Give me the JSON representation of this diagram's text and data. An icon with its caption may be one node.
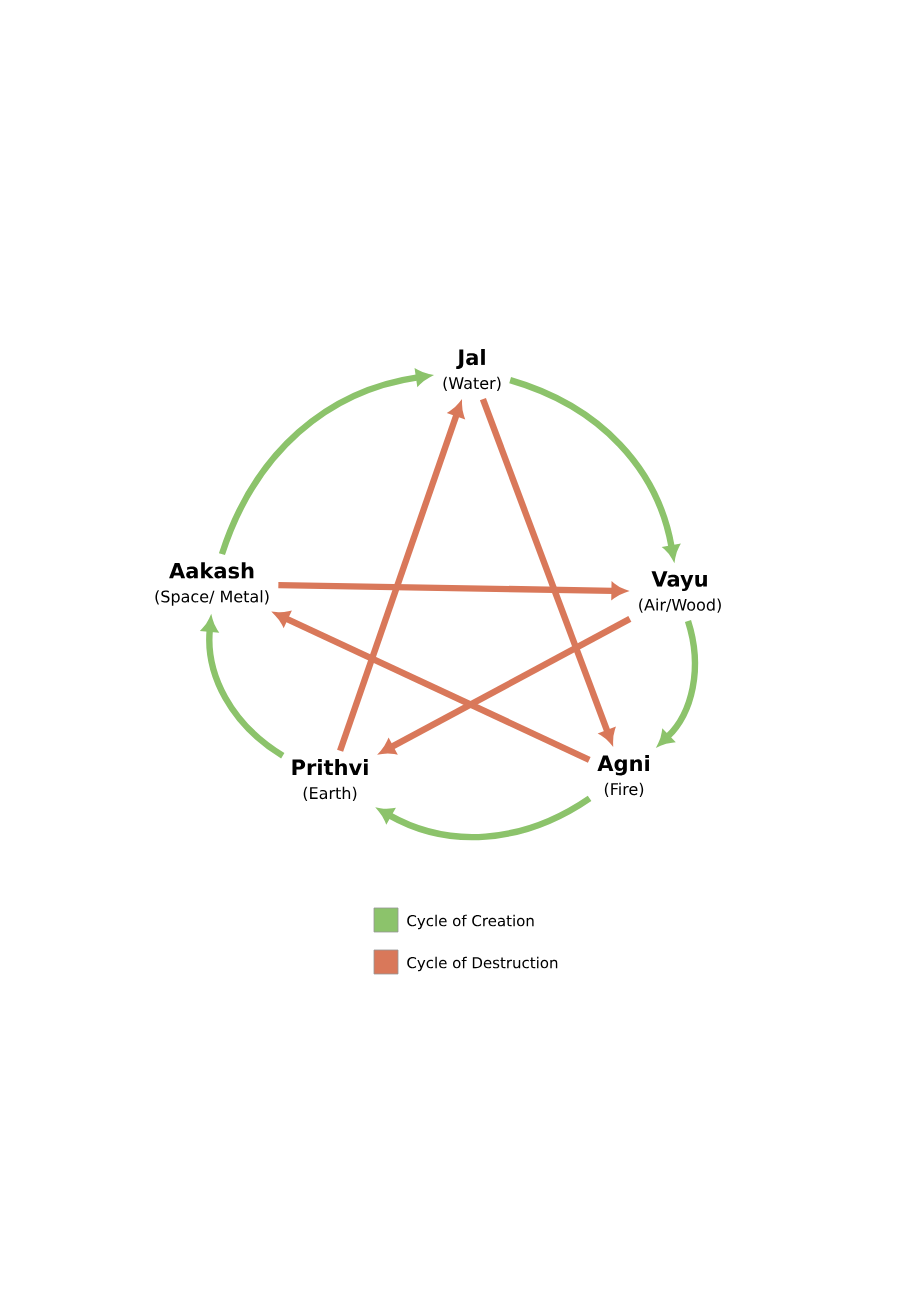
{
  "diagram": {
    "nodes": [
      {
        "text": [
          "Jal",
          "(Water)"
        ]
      },
      {
        "text": [
          "Vayu",
          "(Air/Wood)"
        ]
      },
      {
        "text": [
          "Agni",
          "(Fire)"
        ]
      },
      {
        "text": [
          "Prithvi",
          "(Earth)"
        ]
      },
      {
        "text": [
          "Aakash",
          "(Space/ Metal)"
        ]
      }
    ],
    "edges": [
      {
        "from": 0,
        "to": 1,
        "arrow": "to",
        "color": "#8cc36b"
      },
      {
        "from": 1,
        "to": 2,
        "arrow": "to",
        "color": "#8cc36b"
      },
      {
        "from": 2,
        "to": 3,
        "arrow": "to",
        "color": "#8cc36b"
      },
      {
        "from": 3,
        "to": 4,
        "arrow": "to",
        "color": "#8cc36b"
      },
      {
        "from": 4,
        "to": 0,
        "arrow": "to",
        "color": "#8cc36b"
      },
      {
        "from": 3,
        "to": 0,
        "arrow": "to",
        "color": "#d9785a"
      },
      {
        "from": 0,
        "to": 2,
        "arrow": "to",
        "color": "#d9785a"
      },
      {
        "from": 4,
        "to": 1,
        "arrow": "to",
        "color": "#d9785a"
      },
      {
        "from": 1,
        "to": 3,
        "arrow": "to",
        "color": "#d9785a"
      },
      {
        "from": 2,
        "to": 4,
        "arrow": "to",
        "color": "#d9785a"
      }
    ],
    "legend": [
      {
        "text": "Cycle of Creation",
        "color": "#8cc36b"
      },
      {
        "text": "Cycle of Destruction",
        "color": "#d9785a"
      }
    ]
  }
}
